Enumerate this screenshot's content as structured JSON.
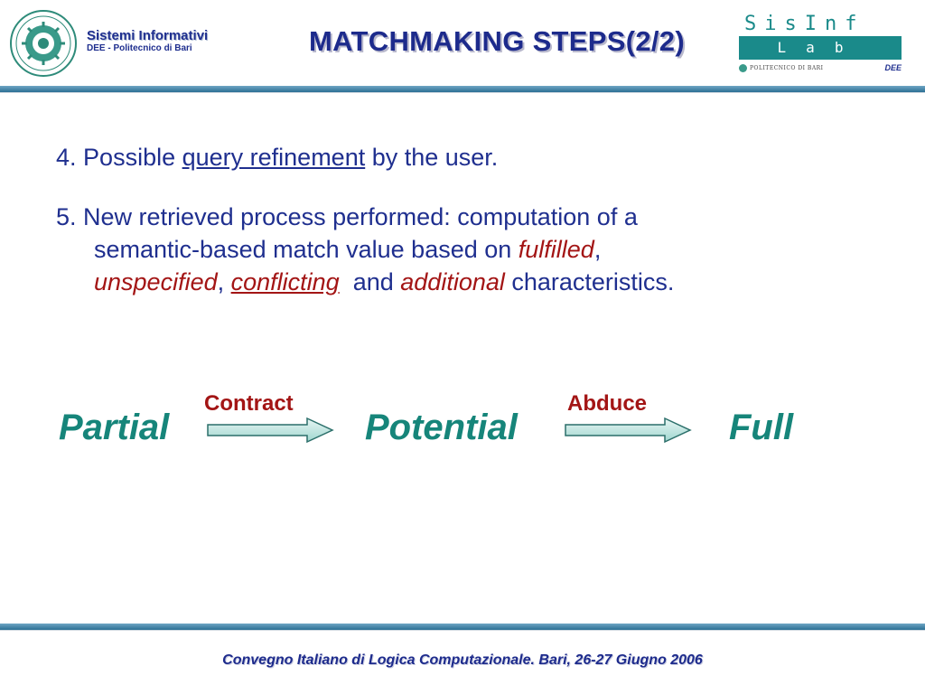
{
  "header": {
    "org_name": "Sistemi Informativi",
    "org_sub": "DEE - Politecnico di Bari",
    "title": "MATCHMAKING STEPS(2/2)",
    "logo": {
      "line1": "SisInf",
      "line2": "Lab",
      "foot_left": "POLITECNICO DI BARI",
      "foot_right": "DEE"
    }
  },
  "body": {
    "item4": {
      "num": "4.",
      "pre": "Possible ",
      "link": "query refinement",
      "post": " by the user."
    },
    "item5": {
      "num": "5.",
      "line1": "New  retrieved process performed: computation of a",
      "line2_pre": "semantic-based match value based on ",
      "fulfilled": "fulfilled",
      "comma1": ",",
      "unspecified": "unspecified",
      "comma2": ", ",
      "conflicting": "conflicting",
      "and": "  and ",
      "additional": "additional",
      "tail": " characteristics."
    }
  },
  "flow": {
    "stages": [
      "Partial",
      "Potential",
      "Full"
    ],
    "actions": [
      "Contract",
      "Abduce"
    ]
  },
  "footer": {
    "text": "Convegno Italiano di Logica Computazionale. Bari, 26-27 Giugno 2006"
  },
  "colors": {
    "title_blue": "#1d2b8c",
    "stage_teal": "#16857a",
    "accent_red": "#a31515",
    "logo_teal": "#1a8a8a"
  }
}
